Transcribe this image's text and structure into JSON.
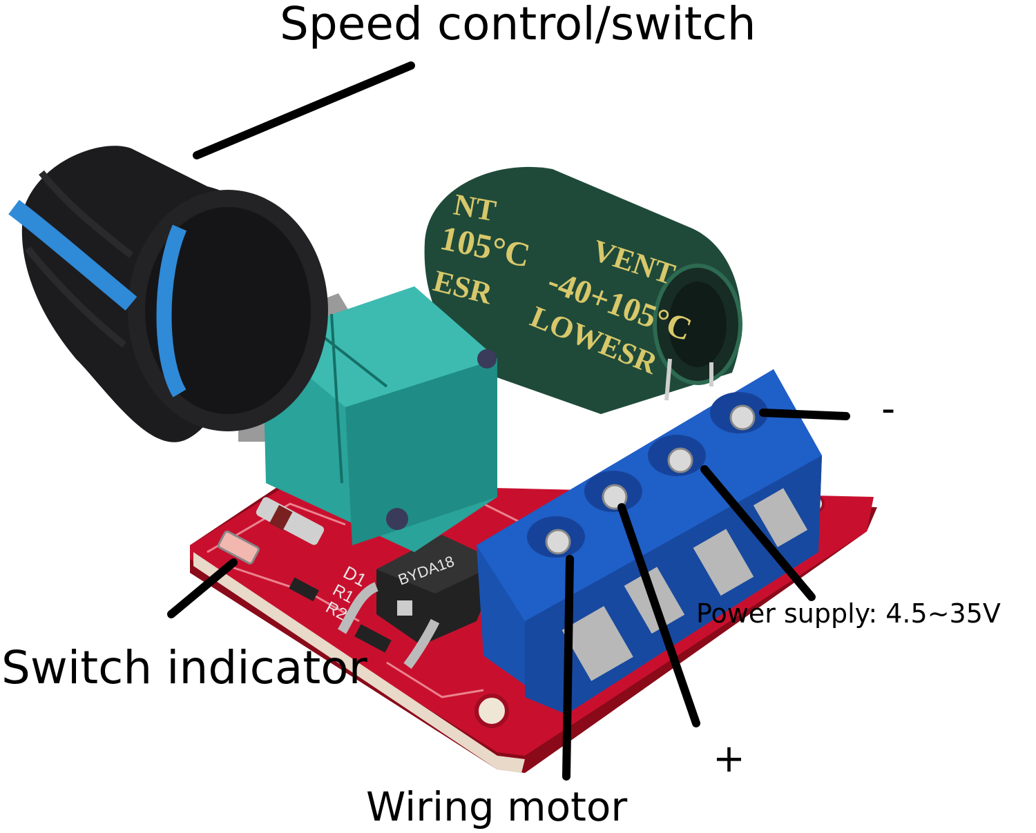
{
  "labels": {
    "speed_control": "Speed control/switch",
    "switch_indicator": "Switch indicator",
    "wiring_motor": "Wiring motor",
    "power_supply": "Power supply: 4.5~35V",
    "minus": "-",
    "plus": "+"
  },
  "capacitor_text": {
    "t1": "NT",
    "t2": "105°C",
    "t3": "ESR",
    "t4": "VENT",
    "t5": "-40+105°C",
    "t6": "LOWESR"
  },
  "chip_text": "BYDA18",
  "pcb_text": {
    "d1": "D1",
    "r1": "R1",
    "r2": "R2"
  },
  "colors": {
    "pcb": "#c8102e",
    "terminal": "#1f5fc8",
    "potentiometer": "#2aa39a",
    "capacitor": "#1f4a3a",
    "knob": "#1c1c1e",
    "knob_stripe": "#2f8ad8"
  }
}
